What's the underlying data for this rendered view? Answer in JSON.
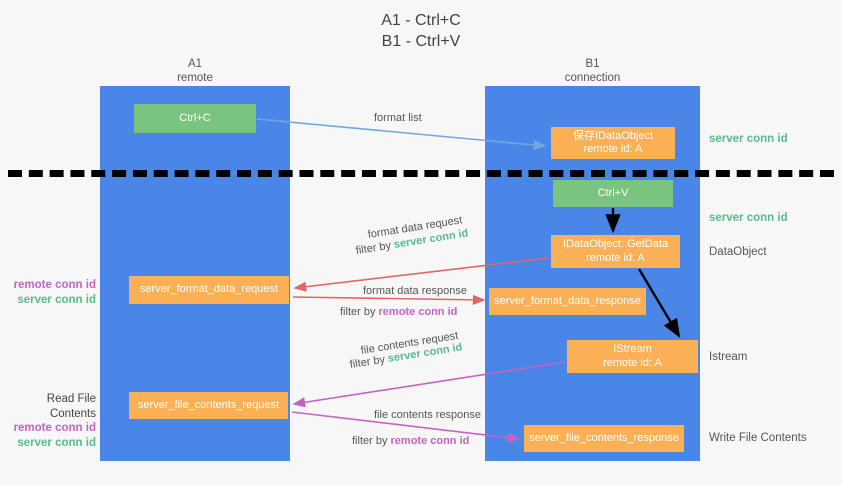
{
  "title": "A1 - Ctrl+C\nB1 - Ctrl+V",
  "lanes": [
    {
      "name": "A1",
      "sub": "remote",
      "header": "A1\nremote"
    },
    {
      "name": "B1",
      "sub": "connection",
      "header": "B1\nconnection"
    }
  ],
  "nodes": {
    "ctrl_c": "Ctrl+C",
    "save_idataobject": "保存IDataObject\nremote id: A",
    "ctrl_v": "Ctrl+V",
    "getdata": "IDataObject::GetData\nremote id: A",
    "server_format_data_request": "server_format_data_request",
    "server_format_data_response": "server_format_data_response",
    "istream": "IStream\nremote id: A",
    "server_file_contents_request": "server_file_contents_request",
    "server_file_contents_response": "server_file_contents_response"
  },
  "right_labels": {
    "server_conn_id_1": "server conn id",
    "server_conn_id_2": "server conn id",
    "dataobject": "DataObject",
    "istream": "Istream",
    "write_file_contents": "Write File Contents"
  },
  "left_labels": {
    "mid": {
      "remote": "remote conn id",
      "server": "server conn id"
    },
    "bottom": {
      "heading": "Read File Contents",
      "remote": "remote conn id",
      "server": "server conn id"
    }
  },
  "edges": {
    "format_list": "format list",
    "format_data_request": "format data request",
    "format_data_request_filter_prefix": "filter by ",
    "format_data_request_filter_value": "server conn id",
    "format_data_response": "format data response",
    "format_data_response_filter_prefix": "filter by ",
    "format_data_response_filter_value": "remote conn id",
    "file_contents_request": "file contents request",
    "file_contents_request_filter_prefix": "filter by ",
    "file_contents_request_filter_value": "server conn id",
    "file_contents_response": "file contents response",
    "file_contents_response_filter_prefix": "filter by ",
    "file_contents_response_filter_value": "remote conn id"
  },
  "colors": {
    "lane": "#4a86e8",
    "node_green": "#7bc47f",
    "node_orange": "#fbb055",
    "server_conn": "#57bb8a",
    "remote_conn": "#c264c2",
    "arrow_blue": "#6fa8dc",
    "arrow_red": "#e06666",
    "arrow_magenta": "#c264c2",
    "arrow_black": "#000000",
    "background": "#f7f7f7"
  }
}
